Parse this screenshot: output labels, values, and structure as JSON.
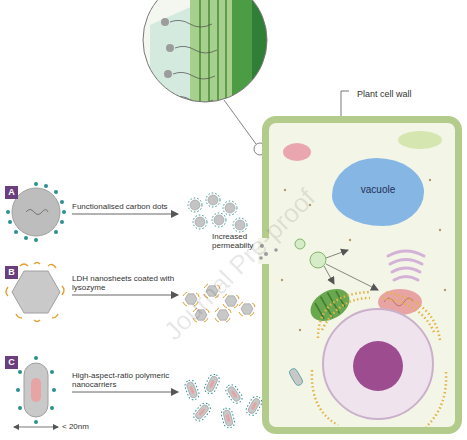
{
  "diagram": {
    "nodes": [
      {
        "text": [
          "Plant cell wall"
        ]
      },
      {
        "text": [
          "vacuole"
        ],
        "in": 0
      },
      {
        "text": [
          "A"
        ]
      },
      {
        "text": [
          "B"
        ]
      },
      {
        "text": [
          "C"
        ]
      }
    ],
    "labels": [
      "Functionalised carbon dots",
      "LDH nanosheets coated with lysozyme",
      "High-aspect-ratio polymeric nanocarriers",
      "Increased permeabilty",
      "< 20nm",
      "Journal Pre-proof"
    ]
  }
}
